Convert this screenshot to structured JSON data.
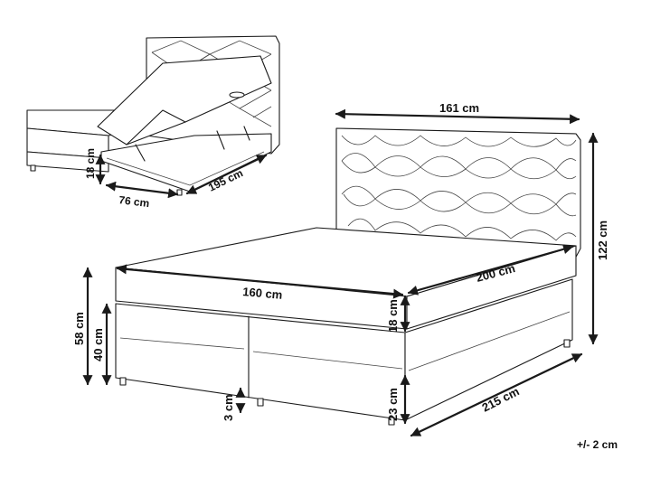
{
  "dimensions": {
    "headboard_width": "161 cm",
    "headboard_height": "122 cm",
    "mattress_width": "160 cm",
    "mattress_length": "200 cm",
    "mattress_height": "18 cm",
    "total_height": "58 cm",
    "base_height": "40 cm",
    "feet_height": "3 cm",
    "box_height": "23 cm",
    "total_length": "215 cm",
    "storage_height": "18 cm",
    "storage_width": "76 cm",
    "storage_length": "195 cm"
  },
  "tolerance": "+/- 2 cm",
  "colors": {
    "line": "#1a1a1a",
    "background": "#ffffff"
  }
}
